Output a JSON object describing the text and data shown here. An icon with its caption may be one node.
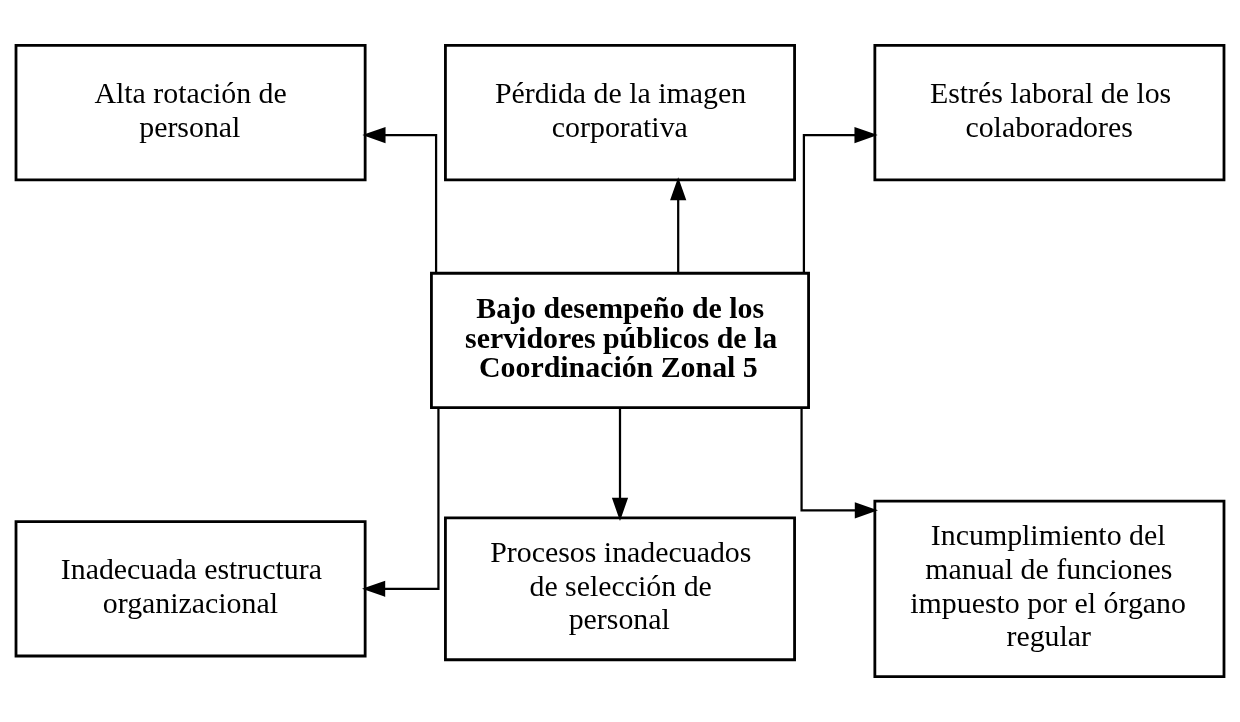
{
  "diagram": {
    "nodes": [
      {
        "text": [
          "Alta rotación de personal"
        ]
      },
      {
        "text": [
          "Pérdida de la imagen corporativa"
        ]
      },
      {
        "text": [
          "Estrés laboral de los colaboradores"
        ]
      },
      {
        "text": [
          "Bajo desempeño de los servidores públicos de la Coordinación Zonal 5"
        ]
      },
      {
        "text": [
          "Inadecuada estructura organizacional"
        ]
      },
      {
        "text": [
          "Procesos inadecuados de selección de personal"
        ]
      },
      {
        "text": [
          "Incumplimiento del manual de funciones impuesto por el órgano regular"
        ]
      }
    ],
    "edges": [
      {
        "from": 3,
        "to": 0,
        "arrow": "to"
      },
      {
        "from": 3,
        "to": 1,
        "arrow": "to"
      },
      {
        "from": 3,
        "to": 2,
        "arrow": "to"
      },
      {
        "from": 3,
        "to": 4,
        "arrow": "to"
      },
      {
        "from": 3,
        "to": 5,
        "arrow": "to"
      },
      {
        "from": 3,
        "to": 6,
        "arrow": "to"
      }
    ]
  }
}
